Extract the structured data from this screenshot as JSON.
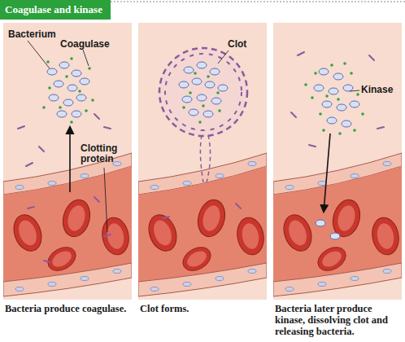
{
  "diagram": {
    "title": "Coagulase and kinase",
    "nodes": [
      {
        "text": [
          "Bacterium",
          "Coagulase",
          "Clotting protein"
        ]
      },
      {
        "text": [
          "Clot"
        ]
      },
      {
        "text": [
          "Kinase"
        ]
      }
    ],
    "labels": [
      "Bacteria produce coagulase.",
      "Clot forms.",
      "Bacteria later produce kinase, dissolving clot and releasing bacteria."
    ]
  }
}
